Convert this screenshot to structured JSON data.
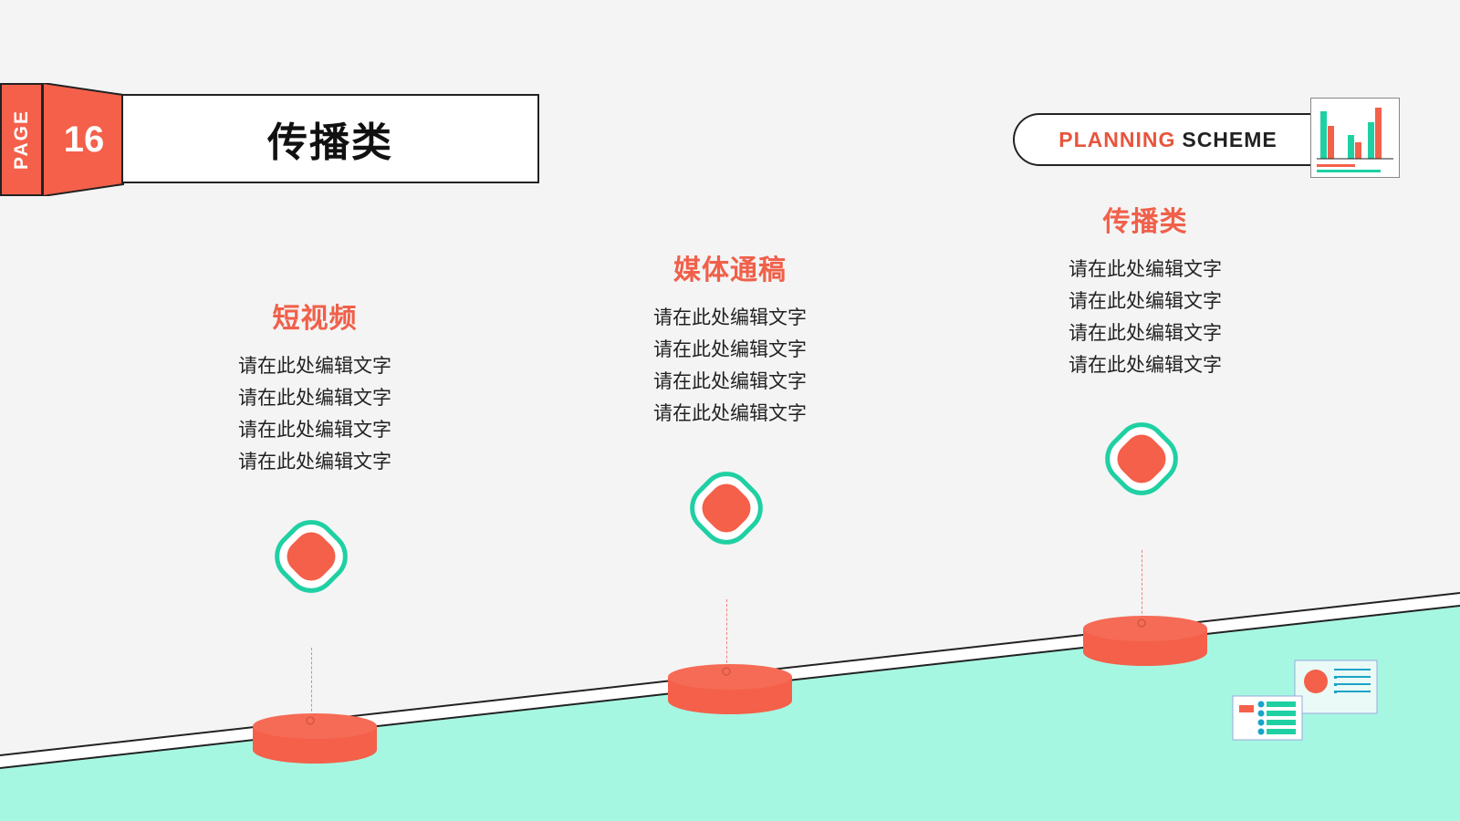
{
  "header": {
    "page_label": "PAGE",
    "page_number": "16",
    "title": "传播类"
  },
  "badge": {
    "word1": "PLANNING",
    "word2": "SCHEME"
  },
  "columns": [
    {
      "title": "短视频",
      "lines": [
        "请在此处编辑文字",
        "请在此处编辑文字",
        "请在此处编辑文字",
        "请在此处编辑文字"
      ]
    },
    {
      "title": "媒体通稿",
      "lines": [
        "请在此处编辑文字",
        "请在此处编辑文字",
        "请在此处编辑文字",
        "请在此处编辑文字"
      ]
    },
    {
      "title": "传播类",
      "lines": [
        "请在此处编辑文字",
        "请在此处编辑文字",
        "请在此处编辑文字",
        "请在此处编辑文字"
      ]
    }
  ],
  "colors": {
    "accent": "#f4604a",
    "mint": "#a6f7e2",
    "teal": "#1fd0a3",
    "background": "#f4f4f4"
  },
  "icons": [
    "bar-chart-icon",
    "slide-card-icon",
    "list-card-icon"
  ]
}
